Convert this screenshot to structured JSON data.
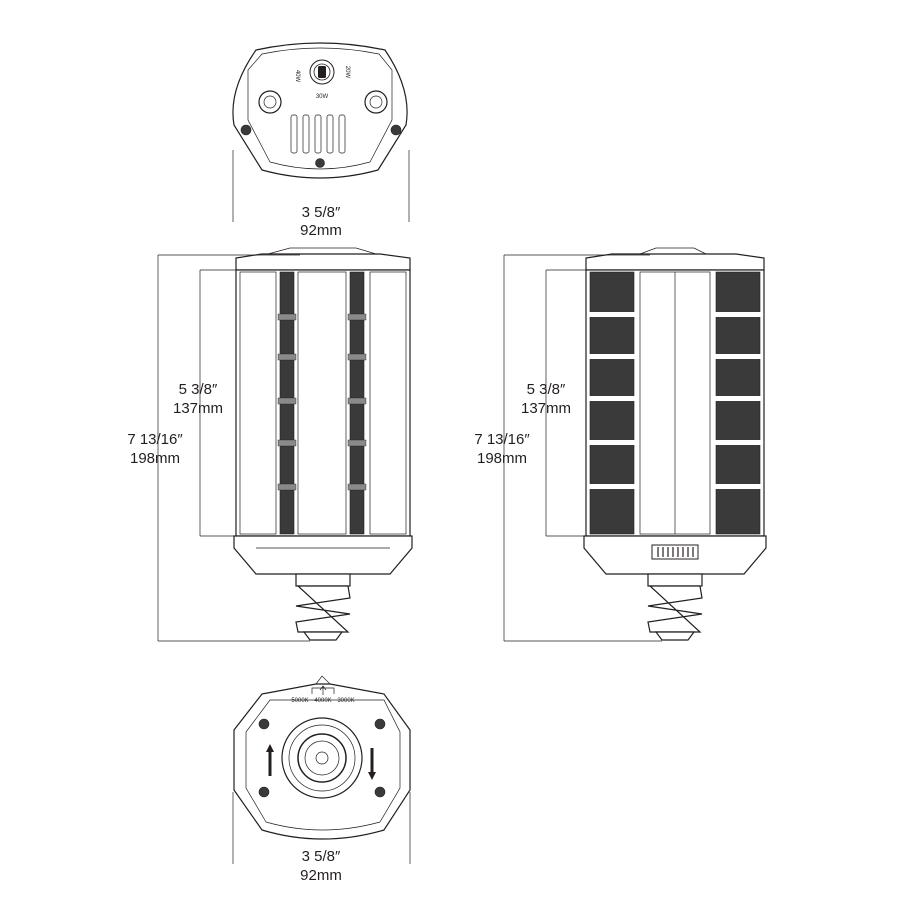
{
  "top_view": {
    "wattage_left": "40W",
    "wattage_right": "20W",
    "wattage_bottom": "30W",
    "width_in": "3  5/8″",
    "width_mm": "92mm"
  },
  "front_view": {
    "body_height_in": "5  3/8″",
    "body_height_mm": "137mm",
    "total_height_in": "7  13/16″",
    "total_height_mm": "198mm"
  },
  "side_view": {
    "body_height_in": "5  3/8″",
    "body_height_mm": "137mm",
    "total_height_in": "7  13/16″",
    "total_height_mm": "198mm"
  },
  "bottom_view": {
    "cct_1": "5000K",
    "cct_2": "4000K",
    "cct_3": "3000K",
    "width_in": "3  5/8″",
    "width_mm": "92mm"
  }
}
